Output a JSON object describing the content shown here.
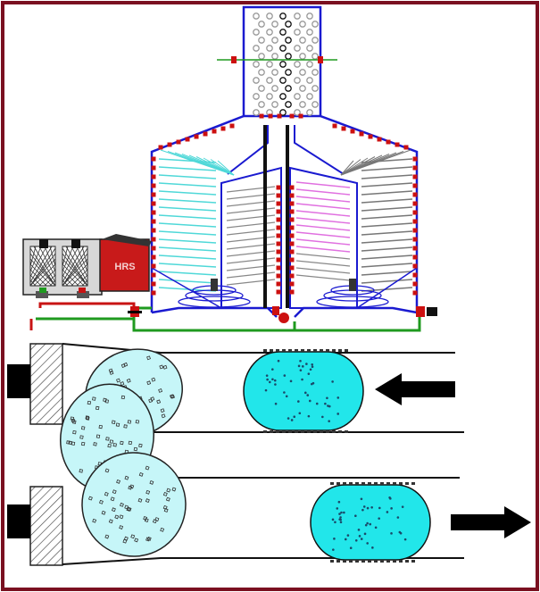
{
  "figure": {
    "background": "#ffffff",
    "frame_color": "#7a1020",
    "colors": {
      "structure_blue": "#1a1ad0",
      "pipe_green": "#1f9a1f",
      "pipe_red": "#c81414",
      "valve_red": "#cc1010",
      "plate_cyan": "#4fd8d8",
      "plate_magenta": "#e070e0",
      "plate_gray": "#777777",
      "capsule_cyan": "#22e6ea",
      "lobe_light_cyan": "#c6f6f8",
      "heater_gray": "#d8d8d8",
      "heater_red": "#c81a1a",
      "arrow_black": "#000000"
    }
  },
  "heater_unit": {
    "label": "HRS"
  },
  "flow": {
    "upper_direction": "left",
    "lower_direction": "right"
  }
}
